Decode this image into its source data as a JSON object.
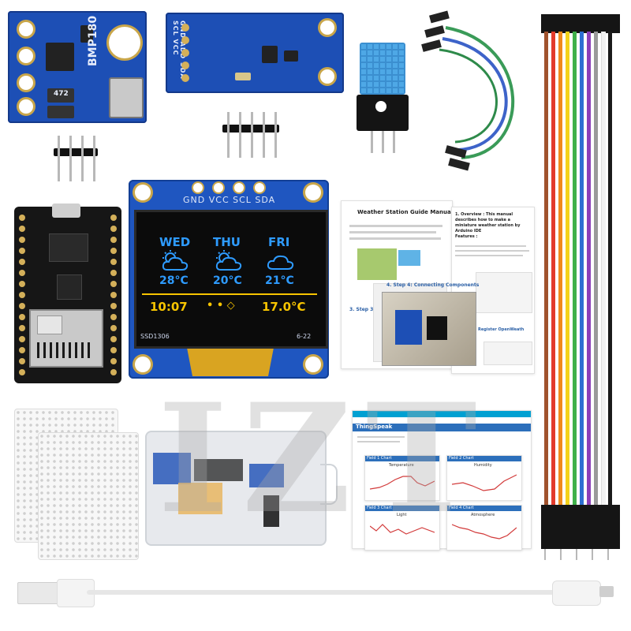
{
  "bmp180": {
    "label": "BMP180",
    "resistor_code": "472"
  },
  "bh1750": {
    "pins": [
      "GND",
      "ADD",
      "SDA",
      "SCL",
      "VCC"
    ]
  },
  "oled": {
    "header_pins": [
      "GND",
      "VCC",
      "SCL",
      "SDA"
    ],
    "days": [
      {
        "day": "WED",
        "temp": "28°C"
      },
      {
        "day": "THU",
        "temp": "20°C"
      },
      {
        "day": "FRI",
        "temp": "21°C"
      }
    ],
    "time": "10:07",
    "dots": "•  •  ◇",
    "indoor_temp": "17.0°C",
    "silk_left": "SSD1306",
    "silk_right": "6-22"
  },
  "manual": {
    "title": "Weather Station Guide Manual",
    "section1": "1. Overview : This manual describes how to make a miniature weather station by Arduino IDE",
    "features": "Features :",
    "step4": "4. Step 4: Connecting Components",
    "step5": "5. Step 5: Register OpenWeath",
    "step3": "3. Step 3"
  },
  "thingspeak": {
    "brand": "ThingSpeak",
    "panels": [
      "Field 1 Chart",
      "Field 2 Chart",
      "Field 3 Chart",
      "Field 4 Chart"
    ],
    "chart_titles": [
      "Temperature",
      "Humidity",
      "Light",
      "Atmosphere"
    ]
  },
  "watermark": "IZT",
  "colors": {
    "pcb_blue": "#1d4fb5",
    "oled_blue_text": "#2e9bff",
    "oled_yellow_text": "#f7c400",
    "board_black": "#161616"
  }
}
